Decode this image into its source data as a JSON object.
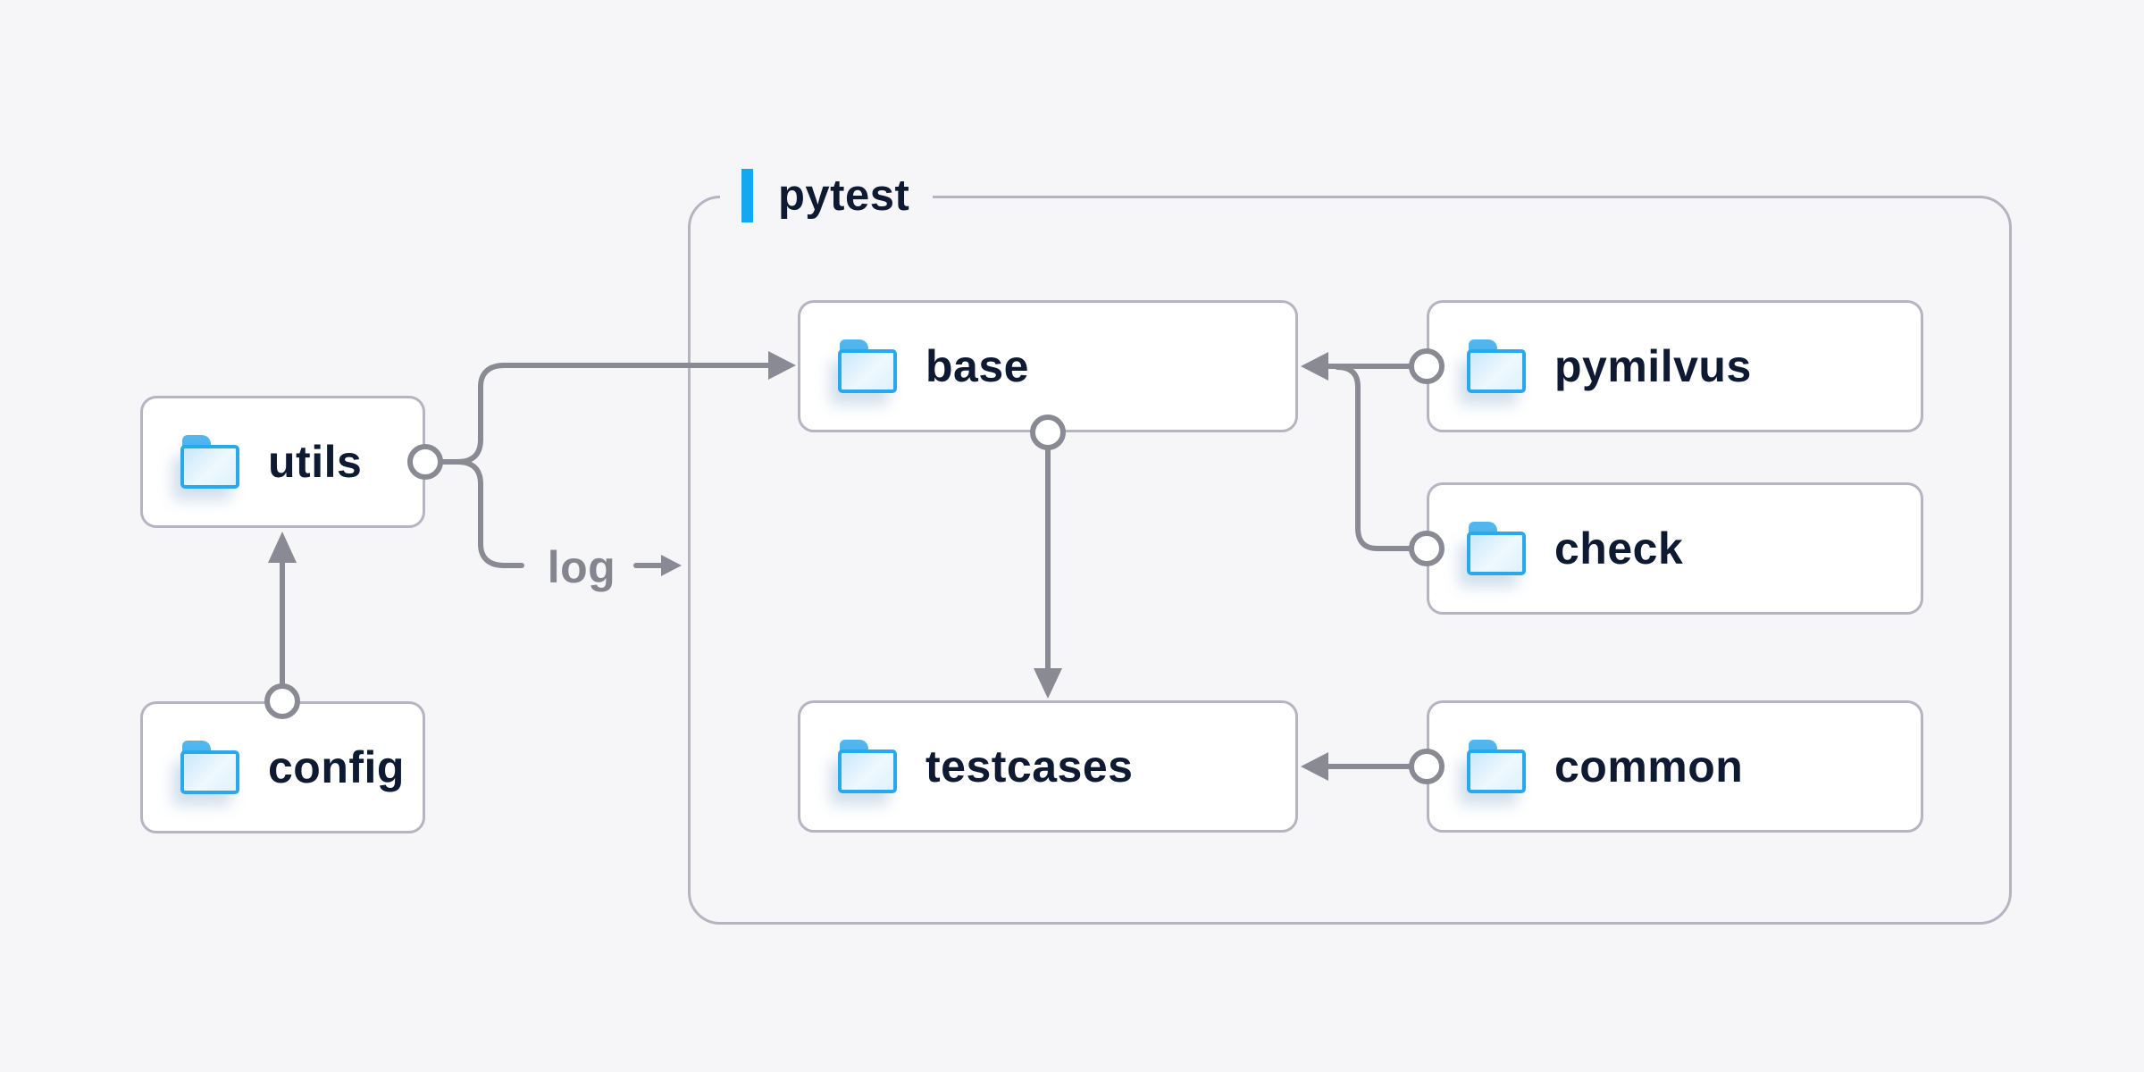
{
  "diagram": {
    "cluster": {
      "label": "pytest"
    },
    "nodes": {
      "utils": {
        "label": "utils",
        "icon": "folder"
      },
      "config": {
        "label": "config",
        "icon": "folder"
      },
      "base": {
        "label": "base",
        "icon": "folder"
      },
      "pymilvus": {
        "label": "pymilvus",
        "icon": "folder"
      },
      "check": {
        "label": "check",
        "icon": "folder"
      },
      "testcases": {
        "label": "testcases",
        "icon": "folder"
      },
      "common": {
        "label": "common",
        "icon": "folder"
      }
    },
    "edge_label": "log",
    "edges": [
      {
        "from": "config",
        "to": "utils"
      },
      {
        "from": "utils",
        "to": "base"
      },
      {
        "from": "utils",
        "to": "pytest",
        "label": "log"
      },
      {
        "from": "pymilvus",
        "to": "base"
      },
      {
        "from": "check",
        "to": "base"
      },
      {
        "from": "base",
        "to": "testcases"
      },
      {
        "from": "common",
        "to": "testcases"
      }
    ],
    "colors": {
      "background": "#f6f6f8",
      "node_background": "#ffffff",
      "box_border": "#b5b5c1",
      "connector": "#8a8a94",
      "node_text": "#0d1a32",
      "edge_label_text": "#85858f",
      "accent_blue": "#12a9f0",
      "folder_outline": "#29a9e9",
      "folder_tab": "#4fb6ee"
    }
  }
}
